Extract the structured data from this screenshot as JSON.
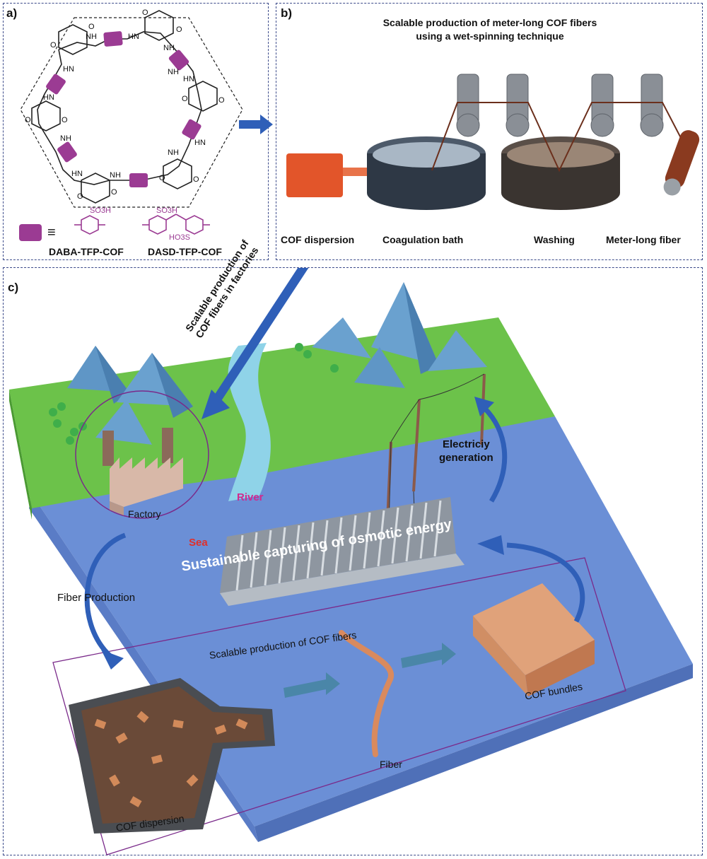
{
  "panel_a": {
    "label": "a)",
    "legend_equiv": "≡",
    "legend_names": [
      "DABA-TFP-COF",
      "DASD-TFP-COF"
    ],
    "so3h": "SO3H",
    "ho3s": "HO3S",
    "atom_labels": [
      "NH",
      "HN",
      "NH",
      "HN",
      "HN",
      "NH",
      "NH",
      "HN",
      "NH",
      "HN",
      "HN",
      "NH"
    ],
    "oxygen": "O",
    "linker_color": "#9b3b93"
  },
  "panel_b": {
    "label": "b)",
    "title_line1": "Scalable production of meter-long COF fibers",
    "title_line2": "using a wet-spinning technique",
    "captions": [
      "COF dispersion",
      "Coagulation bath",
      "Washing",
      "Meter-long fiber"
    ]
  },
  "panel_c": {
    "label": "c)",
    "arrow_text_line1": "Scalable production of",
    "arrow_text_line2": "COF fibers in factories",
    "factory": "Factory",
    "river": "River",
    "sea": "Sea",
    "electricity_line1": "Electriciy",
    "electricity_line2": "generation",
    "osmotic": "Sustainable capturing of osmotic energy",
    "fiber_production": "Fiber Production",
    "scalable_cof": "Scalable production of COF fibers",
    "fiber": "Fiber",
    "cof_bundles": "COF bundles",
    "cof_dispersion": "COF dispersion",
    "colors": {
      "land": "#6cc24a",
      "sea": "#6b8fd6",
      "river": "#8fd3e8",
      "mountain": "#6aa1cf",
      "accent_red": "#e0302b",
      "accent_magenta": "#d12a8e"
    }
  }
}
